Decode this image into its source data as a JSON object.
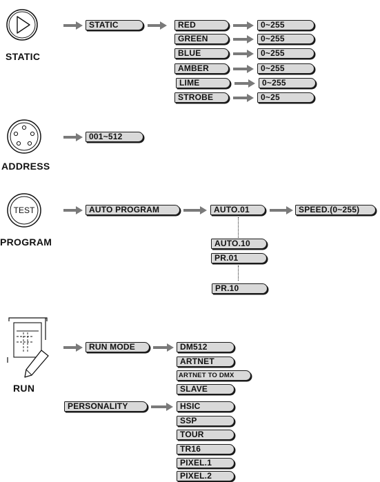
{
  "static_section": {
    "label": "STATIC",
    "mode": "STATIC",
    "channels": [
      {
        "name": "RED",
        "range": "0~255"
      },
      {
        "name": "GREEN",
        "range": "0~255"
      },
      {
        "name": "BLUE",
        "range": "0~255"
      },
      {
        "name": "AMBER",
        "range": "0~255"
      },
      {
        "name": "LIME",
        "range": "0~255"
      },
      {
        "name": "STROBE",
        "range": "0~25"
      }
    ]
  },
  "address_section": {
    "label": "ADDRESS",
    "value": "001~512"
  },
  "program_section": {
    "label": "PROGRAM",
    "icon_text": "TEST",
    "mode": "AUTO PROGRAM",
    "first": "AUTO.01",
    "speed": "SPEED.(0~255)",
    "last_auto": "AUTO.10",
    "pr_first": "PR.01",
    "pr_last": "PR.10"
  },
  "run_section": {
    "label": "RUN",
    "run_mode": "RUN MODE",
    "run_modes": [
      "DM512",
      "ARTNET",
      "ARTNET TO DMX",
      "SLAVE"
    ],
    "personality": "PERSONALITY",
    "personalities": [
      "HSIC",
      "SSP",
      "TOUR",
      "TR16",
      "PIXEL.1",
      "PIXEL.2"
    ]
  },
  "colors": {
    "pill_fill": "#d9d9d9",
    "outline": "#1a1a1a",
    "arrow": "#7a7a7a"
  }
}
